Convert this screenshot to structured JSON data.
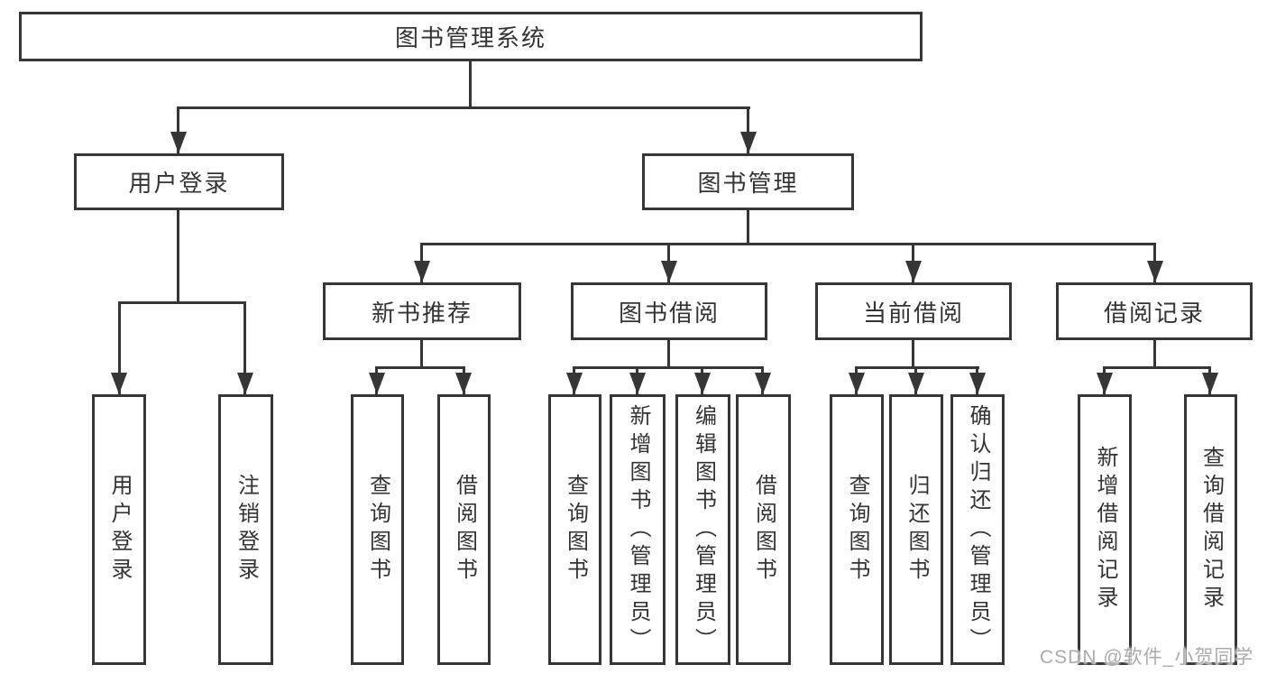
{
  "colors": {
    "line": "#363636",
    "text": "#333333",
    "watermark": "#ababab",
    "background": "#ffffff"
  },
  "tree": {
    "root": "图书管理系统",
    "children": [
      {
        "label": "用户登录",
        "children": [
          "用户登录",
          "注销登录"
        ]
      },
      {
        "label": "图书管理",
        "children": [
          {
            "label": "新书推荐",
            "children": [
              "查询图书",
              "借阅图书"
            ]
          },
          {
            "label": "图书借阅",
            "children": [
              "查询图书",
              "新增图书（管理员）",
              "编辑图书（管理员）",
              "借阅图书"
            ]
          },
          {
            "label": "当前借阅",
            "children": [
              "查询图书",
              "归还图书",
              "确认归还（管理员）"
            ]
          },
          {
            "label": "借阅记录",
            "children": [
              "新增借阅记录",
              "查询借阅记录"
            ]
          }
        ]
      }
    ]
  },
  "watermark": {
    "text": "CSDN @软件_小贺同学"
  }
}
